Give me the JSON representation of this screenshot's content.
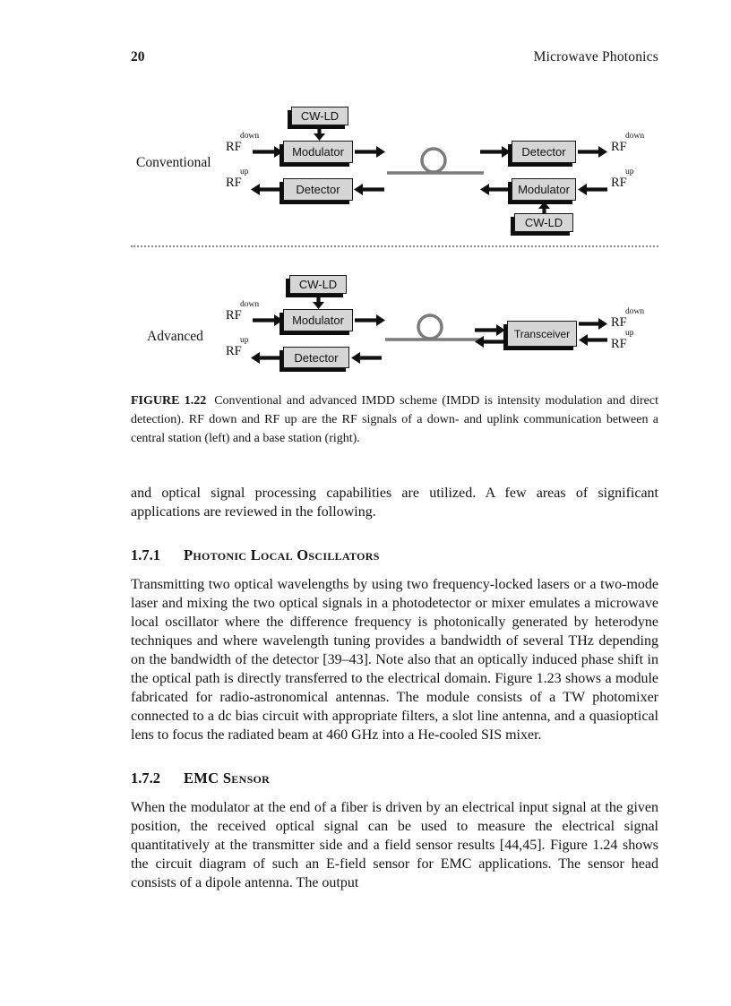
{
  "page": {
    "number": "20",
    "running_header": "Microwave Photonics"
  },
  "figure": {
    "labels": {
      "conventional": "Conventional",
      "advanced": "Advanced",
      "cwld": "CW-LD",
      "modulator": "Modulator",
      "detector": "Detector",
      "transceiver": "Transceiver",
      "rf": "RF",
      "down": "down",
      "up": "up"
    },
    "caption_tag": "FIGURE 1.22",
    "caption_text": "Conventional and advanced IMDD scheme (IMDD is intensity modulation and direct detection). RF down and RF up are the RF signals of a down- and uplink communication between a central station (left) and a base station (right)."
  },
  "content": {
    "intro_paragraph": "and optical signal processing capabilities are utilized. A few areas of significant applications are reviewed in the following.",
    "section_171": {
      "number": "1.7.1",
      "title": "Photonic Local Oscillators",
      "paragraph": "Transmitting two optical wavelengths by using two frequency-locked lasers or a two-mode laser and mixing the two optical signals in a photodetector or mixer emulates a microwave local oscillator where the difference frequency is photonically generated by heterodyne techniques and where wavelength tuning provides a bandwidth of several THz depending on the bandwidth of the detector [39–43]. Note also that an optically induced phase shift in the optical path is directly transferred to the electrical domain. Figure 1.23 shows a module fabricated for radio-astronomical antennas. The module consists of a TW photomixer connected to a dc bias circuit with appropriate filters, a slot line antenna, and a quasioptical lens to focus the radiated beam at 460 GHz into a He-cooled SIS mixer."
    },
    "section_172": {
      "number": "1.7.2",
      "title": "EMC Sensor",
      "paragraph": "When the modulator at the end of a fiber is driven by an electrical input signal at the given position, the received optical signal can be used to measure the electrical signal quantitatively at the transmitter side and a field sensor results [44,45]. Figure 1.24 shows the circuit diagram of such an E-field sensor for EMC applications. The sensor head consists of a dipole antenna. The output"
    }
  }
}
